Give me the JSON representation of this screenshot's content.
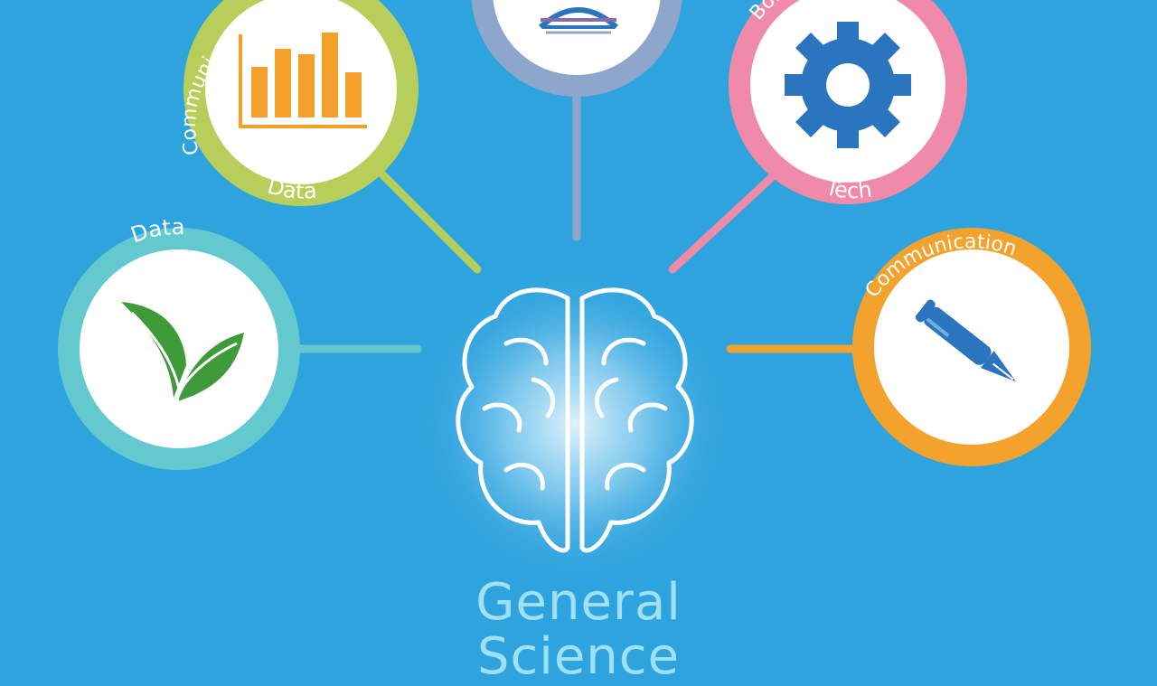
{
  "title": "General",
  "subtitle": "Science",
  "colors": {
    "background": "#2fa3de",
    "ring_green": "#b7cf5a",
    "ring_blue_gray": "#8ea6cc",
    "ring_pink": "#ef8aa8",
    "ring_teal": "#63c9cf",
    "ring_orange": "#f3a22e",
    "icon_orange": "#f4a02c",
    "icon_blue": "#2b74be",
    "icon_green": "#3f9a3a"
  },
  "nodes": {
    "chart": {
      "top_label": "Communi...",
      "bottom_label": "Data",
      "icon": "bar-chart-icon"
    },
    "top_center": {
      "icon": "stacked-layers-icon"
    },
    "gear": {
      "top_label": "Bo... ...t",
      "bottom_label": "Tech",
      "icon": "gear-icon"
    },
    "leaf": {
      "top_label": "Data",
      "icon": "leaf-icon"
    },
    "pen": {
      "top_label": "Communication",
      "icon": "fountain-pen-icon"
    }
  },
  "center": {
    "icon": "brain-icon"
  }
}
